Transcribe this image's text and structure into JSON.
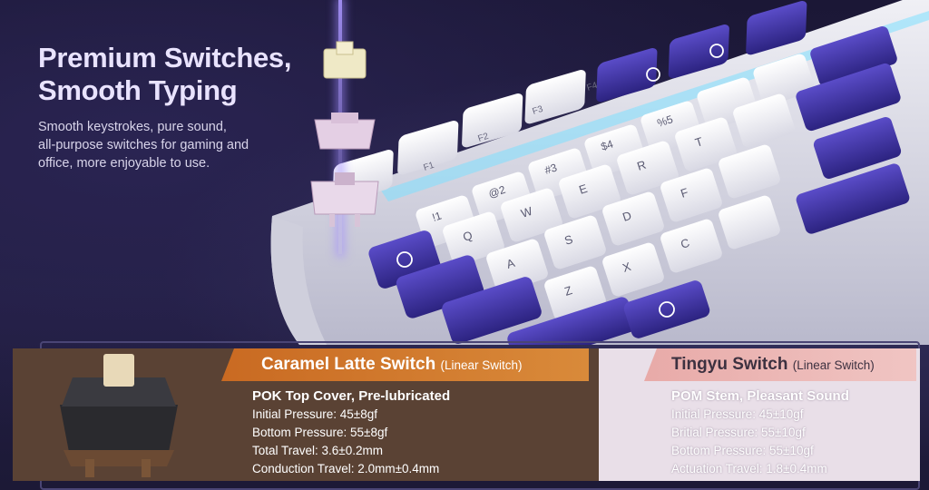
{
  "headline": {
    "line1": "Premium Switches,",
    "line2": "Smooth Typing"
  },
  "subtext": {
    "line1": "Smooth keystrokes, pure sound,",
    "line2": "all-purpose switches for gaming and",
    "line3": "office, more enjoyable to use."
  },
  "keycap_legends": {
    "row_f": [
      "F1",
      "F2",
      "F3",
      "F4"
    ],
    "row_num": [
      "!1",
      "@2",
      "#3",
      "$4",
      "%5"
    ],
    "row_q": [
      "Q",
      "W",
      "E",
      "R",
      "T"
    ],
    "row_a": [
      "A",
      "S",
      "D",
      "F"
    ],
    "row_z": [
      "Z",
      "X",
      "C"
    ]
  },
  "caramel": {
    "title": "Caramel Latte Switch",
    "type": "(Linear Switch)",
    "feature": "POK Top Cover, Pre-lubricated",
    "specs": [
      "Initial Pressure: 45±8gf",
      "Bottom Pressure: 55±8gf",
      "Total Travel: 3.6±0.2mm",
      "Conduction Travel: 2.0mm±0.4mm"
    ]
  },
  "tingyu": {
    "title": "Tingyu Switch",
    "type": "(Linear Switch)",
    "feature": "POM Stem, Pleasant Sound",
    "specs": [
      "Initial Pressure: 45±10gf",
      "Britial Pressure: 55±10gf",
      "Bottom Pressure: 55±10gf",
      "Actuation Travel: 1.8±0.4mm"
    ]
  },
  "colors": {
    "background": "#1b1736",
    "headline": "#e9e3ff",
    "caramel_ribbon": "#c96a22",
    "caramel_card": "#5a4234",
    "tingyu_ribbon": "#e8aaa8",
    "tingyu_card": "#e9dfe8",
    "keycap_white": "#f4f4f7",
    "keycap_purple": "#3b2e9a"
  }
}
